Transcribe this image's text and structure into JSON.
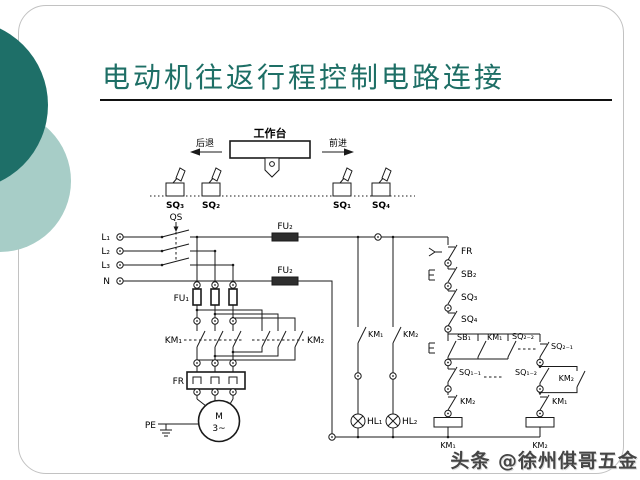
{
  "slide": {
    "title": "电动机往返行程控制电路连接",
    "watermark": "头条 @徐州倛哥五金"
  },
  "worktable": {
    "label": "工作台",
    "backward": "后退",
    "forward": "前进",
    "limit_switches": [
      "SQ₃",
      "SQ₂",
      "SQ₁",
      "SQ₄"
    ]
  },
  "power": {
    "phase_l1": "L₁",
    "phase_l2": "L₂",
    "phase_l3": "L₃",
    "neutral": "N",
    "switch_qs": "QS",
    "fuse_fu1": "FU₁",
    "fuse_fu2": "FU₂"
  },
  "main_circuit": {
    "km1": "KM₁",
    "km2": "KM₂",
    "overload_fr": "FR",
    "motor": "M",
    "motor_phase": "3~",
    "pe": "PE"
  },
  "control_circuit": {
    "fr_contact": "FR",
    "stop_sb2": "SB₂",
    "limit_sq3": "SQ₃",
    "limit_sq4": "SQ₄",
    "start_sb1": "SB₁",
    "km1_aux": "KM₁",
    "sq2_2": "SQ₂₋₂",
    "sq2_1": "SQ₂₋₁",
    "sq1_1": "SQ₁₋₁",
    "sq1_2": "SQ₁₋₂",
    "km2_aux": "KM₂",
    "km2_interlock": "KM₂",
    "km1_interlock": "KM₁",
    "lamp_km1": "KM₁",
    "lamp_km2": "KM₂",
    "hl1": "HL₁",
    "hl2": "HL₂",
    "km1_coil": "KM₁",
    "km2_coil": "KM₂"
  },
  "colors": {
    "title": "#1e6f66",
    "circle_dark": "#1e6f68",
    "circle_light": "#a7cdc7",
    "line": "#1a1a1a"
  }
}
